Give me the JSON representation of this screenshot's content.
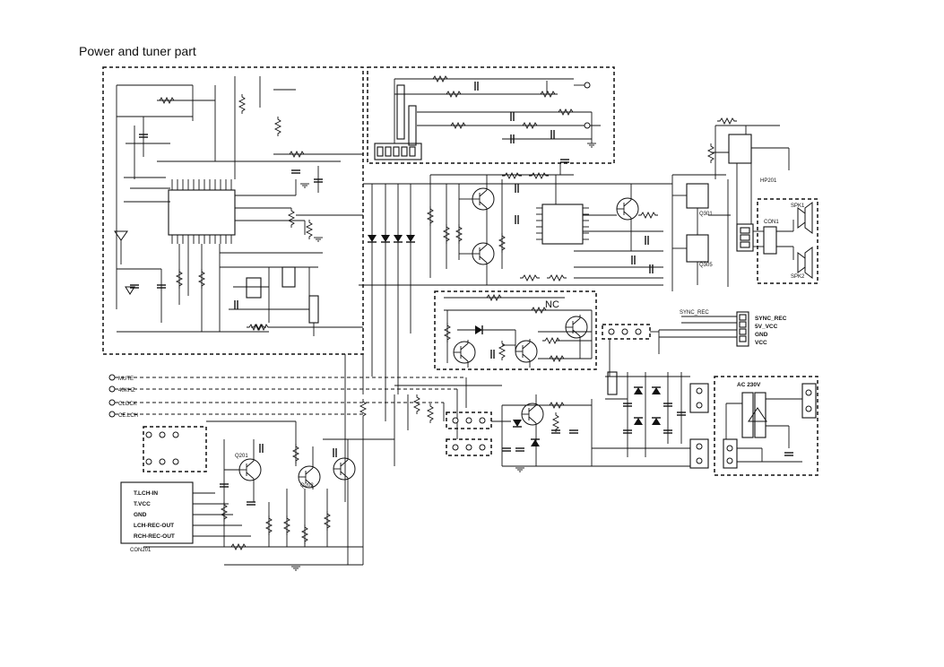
{
  "title": "Power and tuner part",
  "labels": {
    "mute": "MUTE",
    "khz": "40KHZ",
    "clock": "CLOCK",
    "celch": "CE.LCH",
    "con201": "CON201",
    "tlchin": "T.LCH-IN",
    "tvcc": "T.VCC",
    "gnd_a": "GND",
    "lchrec": "LCH-REC-OUT",
    "rchrec": "RCH-REC-OUT",
    "nc": "NC",
    "syncrec": "SYNC_REC",
    "syncrec2": "SYNC_REC",
    "v5vcc": "5V_VCC",
    "gnd_b": "GND",
    "vcc": "VCC",
    "ac230": "AC 230V",
    "spk1": "SPK1",
    "spk2": "SPK2",
    "con1": "CON1",
    "hp201": "HP201",
    "q301": "Q301",
    "q305": "Q305",
    "q201": "Q201",
    "q202": "Q202"
  }
}
